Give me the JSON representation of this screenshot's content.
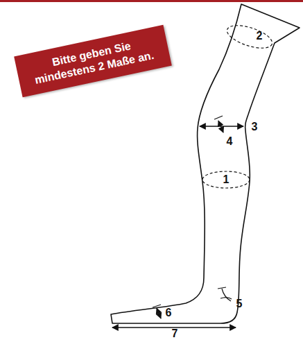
{
  "diagram": {
    "nodes": [
      {
        "text": [
          "Bitte geben Sie mindestens 2 Maße an."
        ]
      }
    ],
    "labels": [
      "2",
      "3",
      "4",
      "1",
      "5",
      "6",
      "7"
    ]
  }
}
